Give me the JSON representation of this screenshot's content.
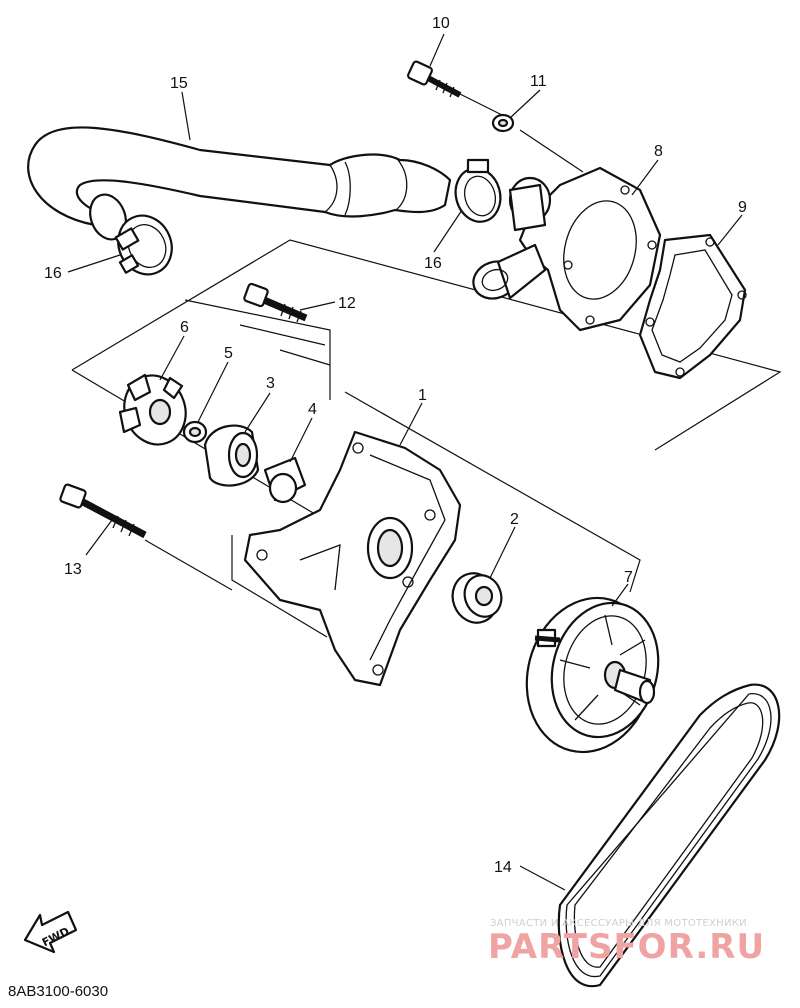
{
  "diagram": {
    "parts": [
      {
        "id": "part-1",
        "label": "1"
      },
      {
        "id": "part-2",
        "label": "2"
      },
      {
        "id": "part-3",
        "label": "3"
      },
      {
        "id": "part-4",
        "label": "4"
      },
      {
        "id": "part-5",
        "label": "5"
      },
      {
        "id": "part-6",
        "label": "6"
      },
      {
        "id": "part-7",
        "label": "7"
      },
      {
        "id": "part-8",
        "label": "8"
      },
      {
        "id": "part-9",
        "label": "9"
      },
      {
        "id": "part-10",
        "label": "10"
      },
      {
        "id": "part-11",
        "label": "11"
      },
      {
        "id": "part-12",
        "label": "12"
      },
      {
        "id": "part-13",
        "label": "13"
      },
      {
        "id": "part-14",
        "label": "14"
      },
      {
        "id": "part-15",
        "label": "15"
      },
      {
        "id": "part-16a",
        "label": "16"
      },
      {
        "id": "part-16b",
        "label": "16"
      }
    ],
    "diagram_code": "8AB3100-6030",
    "fwd_label": "FWD"
  },
  "watermark": {
    "tagline": "ЗАПЧАСТИ И АКСЕССУАРЫ ДЛЯ МОТОТЕХНИКИ",
    "brand": "PARTSFOR.RU"
  },
  "colors": {
    "line": "#111111",
    "watermark_brand": "#f0a3a3",
    "watermark_tagline": "#cfcfcf"
  }
}
